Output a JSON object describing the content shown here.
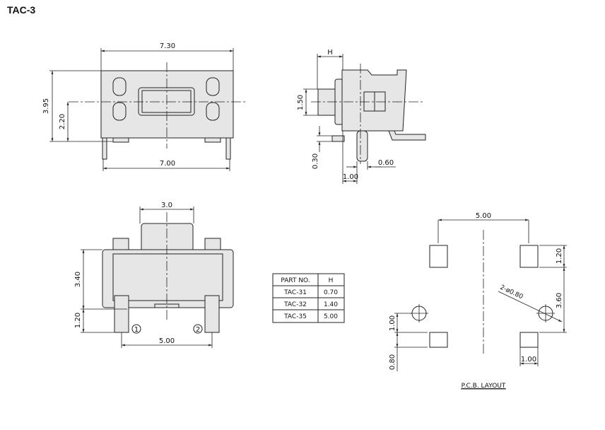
{
  "title": "TAC-3",
  "top_view": {
    "width_overall": "7.30",
    "height_overall": "3.95",
    "center_height": "2.20",
    "pin_span": "7.00"
  },
  "side_view": {
    "plunger_height": "H",
    "plunger_width": "1.50",
    "lead_thickness": "0.30",
    "pin_offset": "1.00",
    "pin_width": "0.60"
  },
  "front_view": {
    "plunger_width": "3.0",
    "body_height": "3.40",
    "pin_length": "1.20",
    "pin_pitch": "5.00",
    "pin1": "1",
    "pin2": "2"
  },
  "part_table": {
    "headers": [
      "PART NO.",
      "H"
    ],
    "rows": [
      [
        "TAC-31",
        "0.70"
      ],
      [
        "TAC-32",
        "1.40"
      ],
      [
        "TAC-35",
        "5.00"
      ]
    ]
  },
  "pcb_layout": {
    "pad_pitch": "5.00",
    "pad_height": "1.20",
    "pad_spacing": "3.60",
    "hole_spec": "2-ø0.80",
    "hole_offset": "1.00",
    "pad_offset": "0.80",
    "pad_width": "1.00",
    "caption": "P.C.B. LAYOUT"
  }
}
